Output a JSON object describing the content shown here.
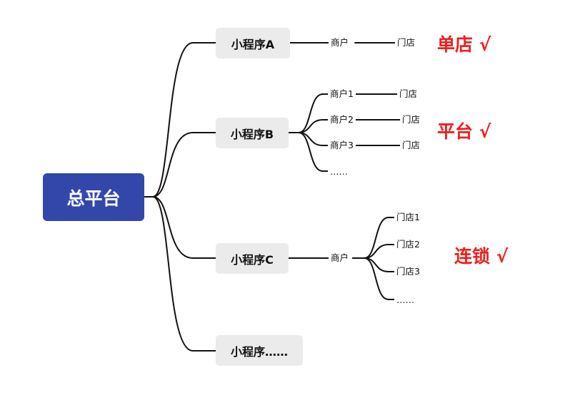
{
  "root": {
    "label": "总平台"
  },
  "apps": {
    "a": {
      "label": "小程序A",
      "merchant": "商户",
      "store": "门店",
      "tag": "单店 √"
    },
    "b": {
      "label": "小程序B",
      "merchants": [
        {
          "merchant": "商户1",
          "store": "门店"
        },
        {
          "merchant": "商户2",
          "store": "门店"
        },
        {
          "merchant": "商户3",
          "store": "门店"
        }
      ],
      "more": "……",
      "tag": "平台 √"
    },
    "c": {
      "label": "小程序C",
      "merchant": "商户",
      "stores": [
        "门店1",
        "门店2",
        "门店3"
      ],
      "more": "……",
      "tag": "连锁 √"
    },
    "more": {
      "label": "小程序……"
    }
  },
  "colors": {
    "root_fill": "#3347aa",
    "app_fill": "#ebebeb",
    "tag_color": "#ee2020",
    "line": "#111111"
  }
}
